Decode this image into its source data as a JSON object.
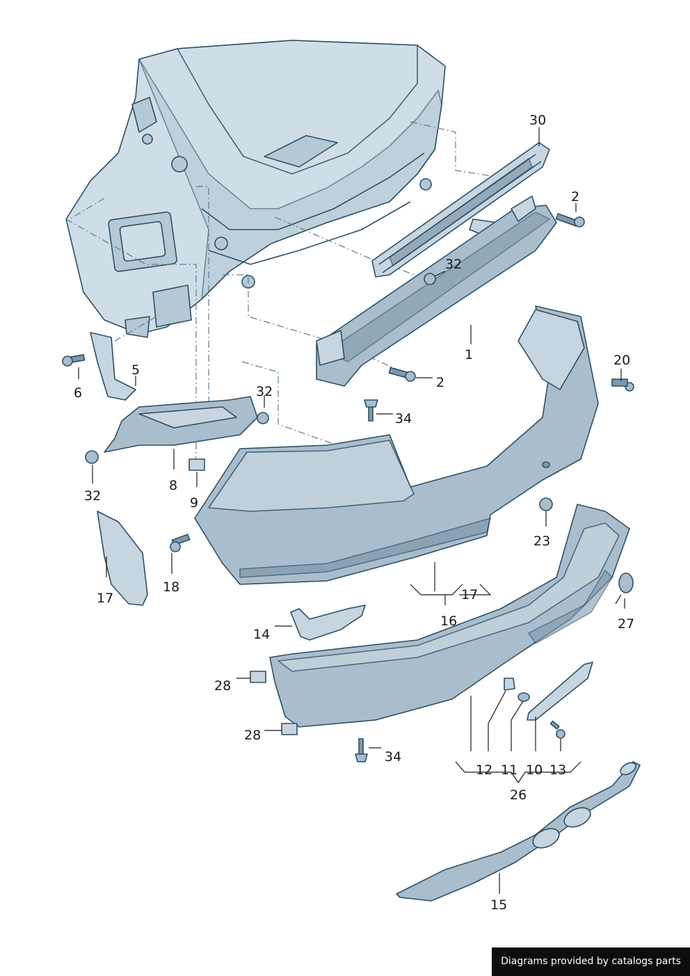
{
  "callouts": {
    "c1": "1",
    "c2a": "2",
    "c2b": "2",
    "c5": "5",
    "c6": "6",
    "c8": "8",
    "c9": "9",
    "c10": "10",
    "c11": "11",
    "c12": "12",
    "c13": "13",
    "c14": "14",
    "c15": "15",
    "c16": "16",
    "c17a": "17",
    "c17b": "17",
    "c18": "18",
    "c20": "20",
    "c23": "23",
    "c26": "26",
    "c27": "27",
    "c28a": "28",
    "c28b": "28",
    "c30": "30",
    "c32a": "32",
    "c32b": "32",
    "c32c": "32",
    "c34a": "34",
    "c34b": "34"
  },
  "footer": {
    "credit": "Diagrams provided by catalogs parts"
  },
  "colors": {
    "outline": "#2e4f66",
    "body": "#cfdde6",
    "bumper": "#a9bdcc",
    "footer_bg": "#0d0d0d"
  }
}
